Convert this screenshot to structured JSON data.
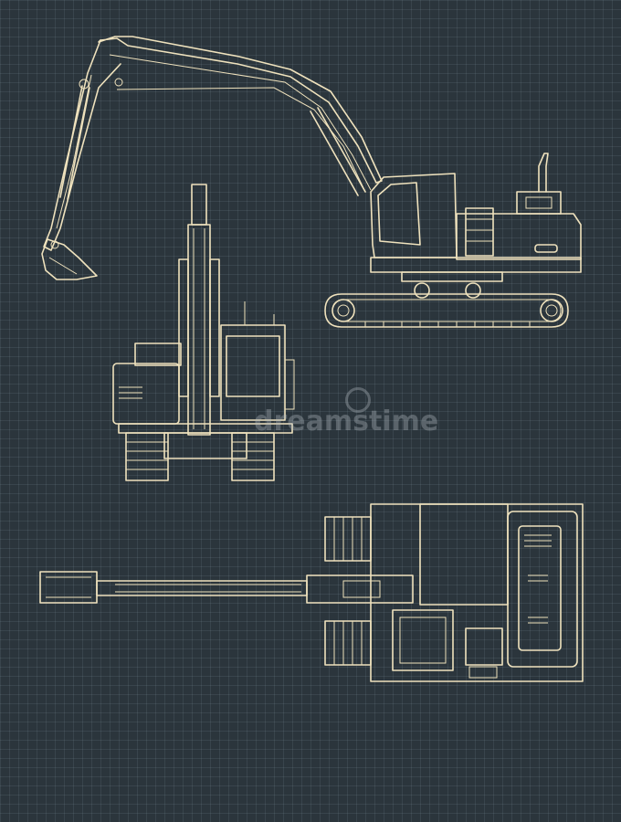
{
  "watermark": {
    "text": "dreamstime"
  },
  "colors": {
    "background": "#2b353c",
    "grid": "#56636b",
    "line": "#efe2bd"
  },
  "views": [
    {
      "name": "side-view"
    },
    {
      "name": "front-view"
    },
    {
      "name": "top-view"
    }
  ]
}
